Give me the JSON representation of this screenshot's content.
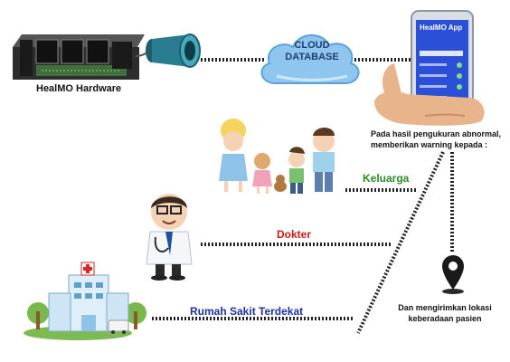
{
  "labels": {
    "hardware": "HealMO Hardware",
    "cloud": "CLOUD DATABASE",
    "app": "HealMO App",
    "warning": "Pada hasil pengukuran abnormal, memberikan warning kepada :",
    "family": "Keluarga",
    "doctor": "Dokter",
    "hospital": "Rumah Sakit Terdekat",
    "location": "Dan mengirimkan lokasi keberadaan pasien"
  },
  "icons": [
    "hardware-board-icon",
    "sensor-cuff-icon",
    "cloud-icon",
    "smartphone-icon",
    "family-icon",
    "doctor-icon",
    "hospital-icon",
    "location-pin-icon"
  ],
  "colors": {
    "family_label": "#2a8a2a",
    "doctor_label": "#d01818",
    "hospital_label": "#1c2fa0",
    "cloud_text": "#1d3f6e",
    "cloud_fill": "#8fc6ef",
    "phone_screen": "#2b4fd6",
    "connector": "#222222"
  }
}
